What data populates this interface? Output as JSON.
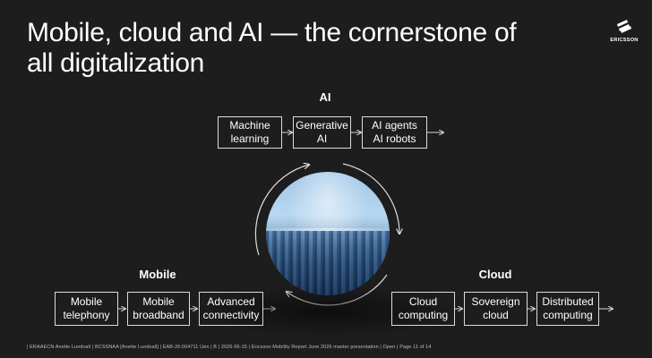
{
  "title": "Mobile, cloud and AI — the cornerstone of\nall digitalization",
  "logo": {
    "text": "ERICSSON",
    "icon": "ericsson-logo-icon"
  },
  "groups": {
    "ai": {
      "label": "AI",
      "boxes": [
        "Machine\nlearning",
        "Generative\nAI",
        "AI agents\nAI robots"
      ]
    },
    "mobile": {
      "label": "Mobile",
      "boxes": [
        "Mobile\ntelephony",
        "Mobile\nbroadband",
        "Advanced\nconnectivity"
      ]
    },
    "cloud": {
      "label": "Cloud",
      "boxes": [
        "Cloud\ncomputing",
        "Sovereign\ncloud",
        "Distributed\ncomputing"
      ]
    }
  },
  "center_image": "city-globe-image",
  "footer": "| ERAAECN Anette Lundvall | BCSSNAA [Anette Lundvall] | EAB-26:004711 Uen | B | 2026-06-15 | Ericsson Mobility Report June 2026 master presentation | Open | Page 11 of 14",
  "colors": {
    "background": "#1d1d1d",
    "text": "#ffffff",
    "line": "#dcdcdc"
  }
}
